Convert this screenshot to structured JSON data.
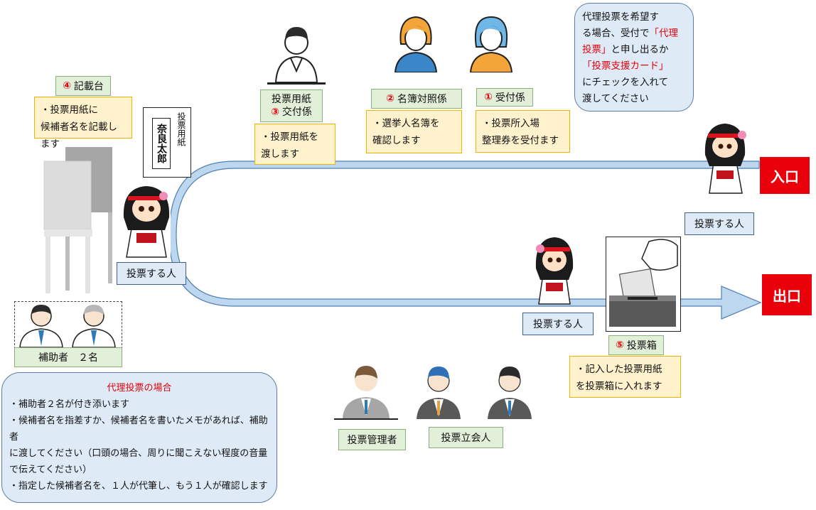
{
  "entrance": "入口",
  "exit": "出口",
  "top_note": {
    "line1": "代理投票を希望す",
    "line2a": "る場合、受付で",
    "line2b": "「代理",
    "line3a": "投票」",
    "line3b": "と申し出るか",
    "line4": "「投票支援カード」",
    "line5": "にチェックを入れて",
    "line6": "渡してください"
  },
  "stations": {
    "reception": {
      "num": "①",
      "name": "受付係",
      "desc1": "・投票所入場",
      "desc2": "整理券を受付ます"
    },
    "roll": {
      "num": "②",
      "name": "名簿対照係",
      "desc1": "・選挙人名簿を",
      "desc2": "確認します"
    },
    "ballot_paper": {
      "num": "③",
      "name1": "投票用紙",
      "name2": "交付係",
      "desc1": "・投票用紙を",
      "desc2": "渡します"
    },
    "booth": {
      "num": "④",
      "name": "記載台",
      "desc1": "・投票用紙に",
      "desc2": "候補者名を記載します"
    },
    "box": {
      "num": "⑤",
      "name": "投票箱",
      "desc1": "・記入した投票用紙",
      "desc2": "を投票箱に入れます"
    }
  },
  "ballot_card": {
    "vertical_label": "投票用紙",
    "candidate": "奈良太郎"
  },
  "voter_labels": {
    "entrance": "投票する人",
    "booth": "投票する人",
    "box": "投票する人"
  },
  "assistant_label": "補助者　２名",
  "manager_label": "投票管理者",
  "witness_label": "投票立会人",
  "proxy_note": {
    "title": "代理投票の場合",
    "line1": "・補助者２名が付き添います",
    "line2": "・候補者名を指差すか、候補者名を書いたメモがあれば、補助者",
    "line3": "に渡してください（口頭の場合、周りに聞こえない程度の音量",
    "line4": "で伝えてください）",
    "line5": "・指定した候補者名を、１人が代筆し、もう１人が確認します"
  }
}
